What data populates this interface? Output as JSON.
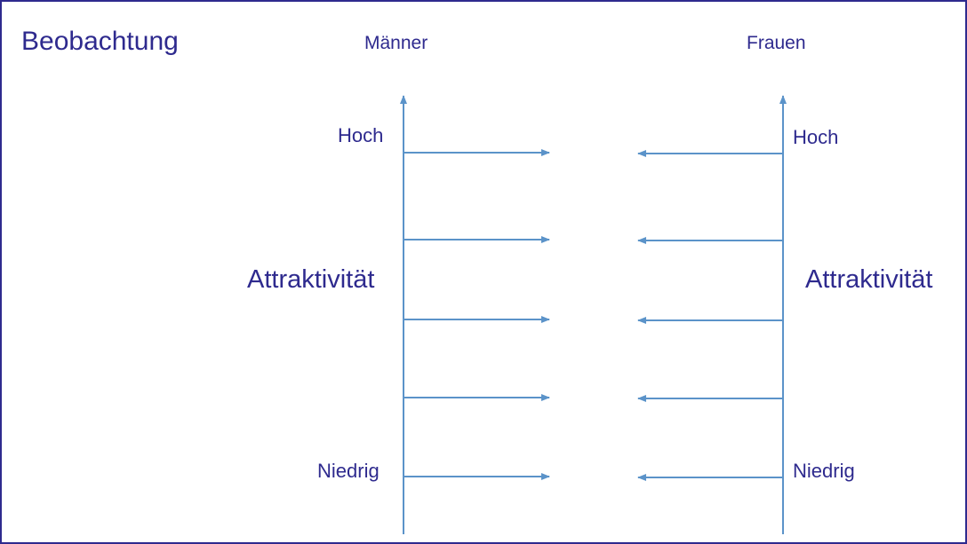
{
  "title": "Beobachtung",
  "groups": {
    "left": "Männer",
    "right": "Frauen"
  },
  "scale": {
    "high": "Hoch",
    "low": "Niedrig"
  },
  "axis_label": "Attraktivität",
  "arrow_rows": 5,
  "colors": {
    "text": "#2e2a8e",
    "lines": "#5b93c9",
    "border": "#2e2a8e"
  }
}
